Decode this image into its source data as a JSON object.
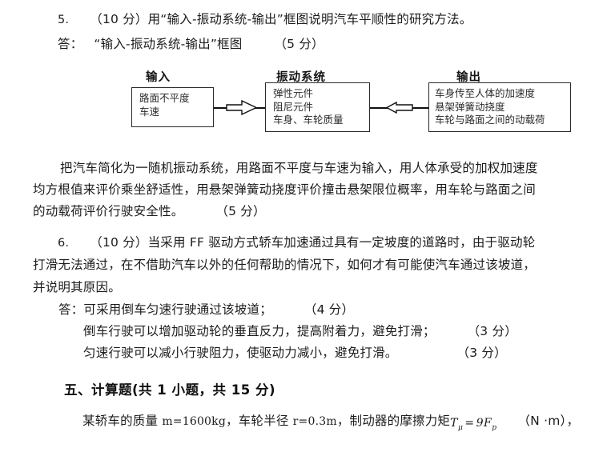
{
  "document": {
    "type": "exam-answer-sheet",
    "language": "zh-CN",
    "background_color": "#ffffff",
    "text_color": "#1c1c1c"
  },
  "question5": {
    "number": "5.",
    "score_tag": "（10 分）",
    "prompt": "用“输入-振动系统-输出”框图说明汽车平顺性的研究方法。",
    "answer_label": "答：",
    "answer_text": "“输入-振动系统-输出”框图",
    "answer_score": "（5 分）"
  },
  "diagram": {
    "name": "input-vibration-system-output-block-diagram",
    "boxes": [
      {
        "id": "input",
        "title": "输入",
        "lines": [
          "路面不平度",
          "车速"
        ]
      },
      {
        "id": "vibration-system",
        "title": "振动系统",
        "lines": [
          "弹性元件",
          "阻尼元件",
          "车身、车轮质量"
        ]
      },
      {
        "id": "output",
        "title": "输出",
        "lines": [
          "车身传至人体的加速度",
          "悬架弹簧动挠度",
          "车轮与路面之间的动载荷"
        ]
      }
    ],
    "connectors": [
      {
        "id": "input-to-system",
        "direction": "right",
        "style": "hollow-block-arrow"
      },
      {
        "id": "system-to-output",
        "direction": "left",
        "style": "hollow-block-arrow"
      }
    ]
  },
  "explanation": {
    "line1": "把汽车简化为一随机振动系统，用路面不平度与车速为输入，用人体承受的加权加速度",
    "line2": "均方根值来评价乘坐舒适性，用悬架弹簧动挠度评价撞击悬架限位概率，用车轮与路面之间",
    "line3": "的动载荷评价行驶安全性。",
    "score": "（5 分）"
  },
  "question6": {
    "number": "6.",
    "score_tag": "（10 分）",
    "prompt_line1": "当采用 FF 驱动方式轿车加速通过具有一定坡度的道路时，由于驱动轮",
    "prompt_line2": "打滑无法通过，在不借助汽车以外的任何帮助的情况下，如何才有可能使汽车通过该坡道，",
    "prompt_line3": "并说明其原因。",
    "answer_label": "答：",
    "answer_lines": [
      {
        "text": "可采用倒车匀速行驶通过该坡道；",
        "score": "（4 分）"
      },
      {
        "text": "倒车行驶可以增加驱动轮的垂直反力，提高附着力，避免打滑；",
        "score": "（3 分）"
      },
      {
        "text": "匀速行驶可以减小行驶阻力，使驱动力减小，避免打滑。",
        "score": "（3 分）"
      }
    ]
  },
  "section5": {
    "heading": "五、计算题(共 1 小题，共 15 分)",
    "problem_prefix": "某轿车的质量 ",
    "problem_mass": "m=1600kg",
    "problem_mid1": "，车轮半径 ",
    "problem_radius": "r=0.3m",
    "problem_mid2": "，制动器的摩擦力矩",
    "formula_T": "T",
    "formula_T_sub": "μ",
    "formula_eq": "=",
    "formula_coef": "9",
    "formula_F": "F",
    "formula_F_sub": "p",
    "problem_unit": "（N ·m）",
    "problem_suffix": "，"
  }
}
